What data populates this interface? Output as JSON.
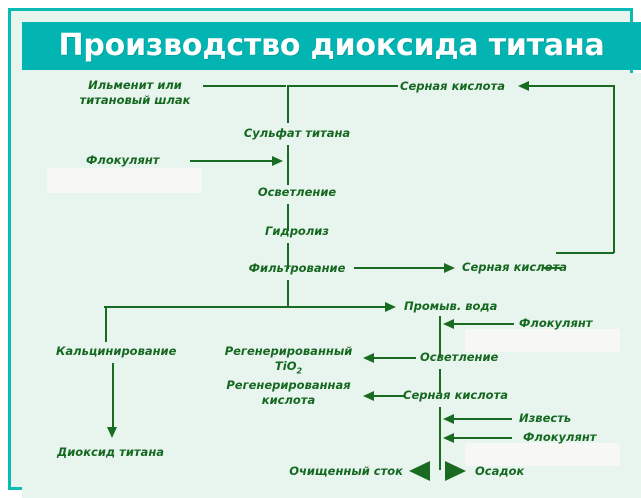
{
  "header": {
    "title": "Производство диоксида титана",
    "bg_color": "#03B5B2",
    "text_color": "#FFFFFF"
  },
  "canvas": {
    "bg_color": "#E8F4EE",
    "line_color": "#1A6B22",
    "text_color": "#15681F",
    "border_color": "#0ABAB5"
  },
  "chart_data": {
    "type": "diagram",
    "title": "Производство диоксида титана",
    "nodes": [
      {
        "id": "ilmenite",
        "label": "Ильменит или титановый шлак"
      },
      {
        "id": "sulfuric-acid-1",
        "label": "Серная кислота"
      },
      {
        "id": "ti-sulfate",
        "label": "Сульфат титана"
      },
      {
        "id": "flocculant-1",
        "label": "Флокулянт"
      },
      {
        "id": "clarification-1",
        "label": "Осветление"
      },
      {
        "id": "hydrolysis",
        "label": "Гидролиз"
      },
      {
        "id": "filtration",
        "label": "Фильтрование"
      },
      {
        "id": "sulfuric-acid-2",
        "label": "Серная кислота"
      },
      {
        "id": "wash-water",
        "label": "Промыв. вода"
      },
      {
        "id": "flocculant-2",
        "label": "Флокулянт"
      },
      {
        "id": "calcination",
        "label": "Кальцинирование"
      },
      {
        "id": "regen-tio2",
        "label": "Регенерированный TiO"
      },
      {
        "id": "clarification-2",
        "label": "Осветление"
      },
      {
        "id": "regen-acid",
        "label": "Регенерированная кислота"
      },
      {
        "id": "sulfuric-acid-3",
        "label": "Серная кислота"
      },
      {
        "id": "lime",
        "label": "Известь"
      },
      {
        "id": "flocculant-3",
        "label": "Флокулянт"
      },
      {
        "id": "titanium-dioxide",
        "label": "Диоксид титана"
      },
      {
        "id": "clean-effluent",
        "label": "Очищенный сток"
      },
      {
        "id": "sludge",
        "label": "Осадок"
      }
    ],
    "edges": [
      {
        "from": "ilmenite",
        "to": "ti-sulfate"
      },
      {
        "from": "sulfuric-acid-1",
        "to": "ti-sulfate"
      },
      {
        "from": "flocculant-1",
        "to": "ti-sulfate"
      },
      {
        "from": "ti-sulfate",
        "to": "clarification-1"
      },
      {
        "from": "clarification-1",
        "to": "hydrolysis"
      },
      {
        "from": "hydrolysis",
        "to": "filtration"
      },
      {
        "from": "filtration",
        "to": "sulfuric-acid-2"
      },
      {
        "from": "sulfuric-acid-2",
        "to": "sulfuric-acid-1"
      },
      {
        "from": "filtration",
        "to": "wash-water"
      },
      {
        "from": "filtration",
        "to": "calcination"
      },
      {
        "from": "flocculant-2",
        "to": "wash-water"
      },
      {
        "from": "calcination",
        "to": "titanium-dioxide"
      },
      {
        "from": "clarification-2",
        "to": "regen-tio2"
      },
      {
        "from": "sulfuric-acid-3",
        "to": "regen-acid"
      },
      {
        "from": "lime",
        "to": "sulfuric-acid-3"
      },
      {
        "from": "flocculant-3",
        "to": "sulfuric-acid-3"
      },
      {
        "from": "sulfuric-acid-3",
        "to": "clean-effluent"
      },
      {
        "from": "sulfuric-acid-3",
        "to": "sludge"
      }
    ]
  },
  "labels": {
    "ilmenite_line1": "Ильменит или",
    "ilmenite_line2": "титановый шлак",
    "sulfuric_acid_top": "Серная кислота",
    "ti_sulfate": "Сульфат титана",
    "flocculant_left": "Флокулянт",
    "clarification_1": "Осветление",
    "hydrolysis": "Гидролиз",
    "filtration": "Фильтрование",
    "sulfuric_acid_mid": "Серная кислота",
    "wash_water": "Промыв. вода",
    "flocculant_right": "Флокулянт",
    "calcination": "Кальцинирование",
    "regen_tio2_line1": "Регенерированный",
    "regen_tio2_formula": "TiO",
    "regen_tio2_sub": "2",
    "clarification_2": "Осветление",
    "regen_acid_line1": "Регенерированная",
    "regen_acid_line2": "кислота",
    "sulfuric_acid_low": "Серная кислота",
    "lime": "Известь",
    "flocculant_bottom": "Флокулянт",
    "titanium_dioxide": "Диоксид титана",
    "clean_effluent": "Очищенный сток",
    "sludge": "Осадок"
  }
}
